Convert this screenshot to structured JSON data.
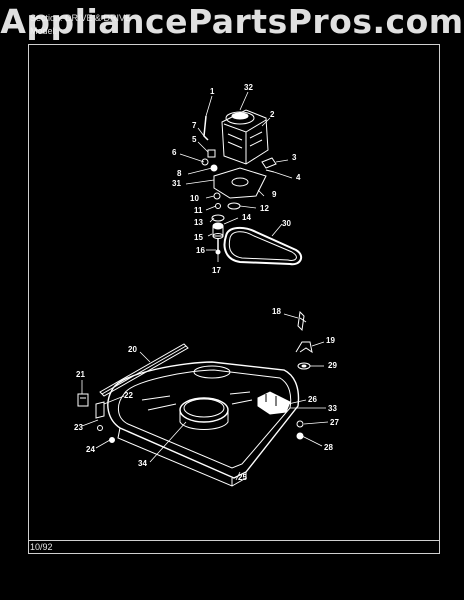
{
  "watermark": "AppliancePartsPros.com",
  "header": {
    "section_line": "Section: DRIVE & DRIVE",
    "model_line": "Model: "
  },
  "footer": {
    "date_code": "10/92"
  },
  "callouts": [
    "1",
    "2",
    "3",
    "4",
    "5",
    "6",
    "7",
    "8",
    "9",
    "10",
    "11",
    "12",
    "13",
    "14",
    "15",
    "16",
    "17",
    "18",
    "19",
    "20",
    "21",
    "22",
    "23",
    "24",
    "25",
    "26",
    "27",
    "28",
    "29",
    "30",
    "31",
    "32",
    "33",
    "34"
  ]
}
